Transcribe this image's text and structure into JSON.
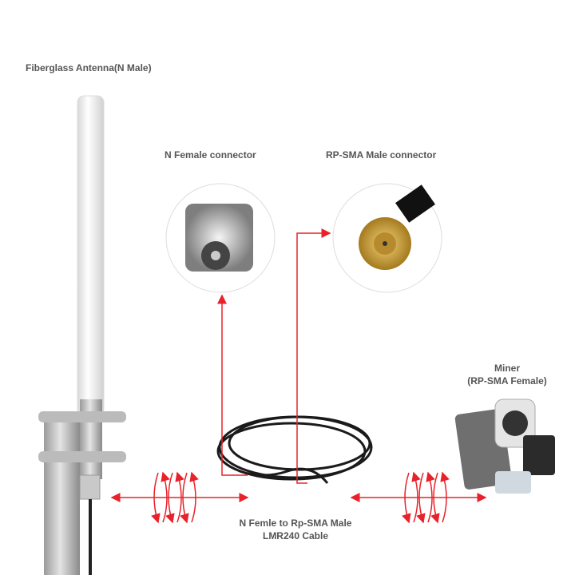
{
  "labels": {
    "antenna": "Fiberglass Antenna(N Male)",
    "n_female": "N Female connector",
    "rpsma_male": "RP-SMA Male connector",
    "miner_title": "Miner",
    "miner_sub": "(RP-SMA Female)",
    "cable_line1": "N Femle to Rp-SMA Male",
    "cable_line2": "LMR240 Cable"
  },
  "colors": {
    "arrow": "#e8222a",
    "text": "#555555"
  }
}
